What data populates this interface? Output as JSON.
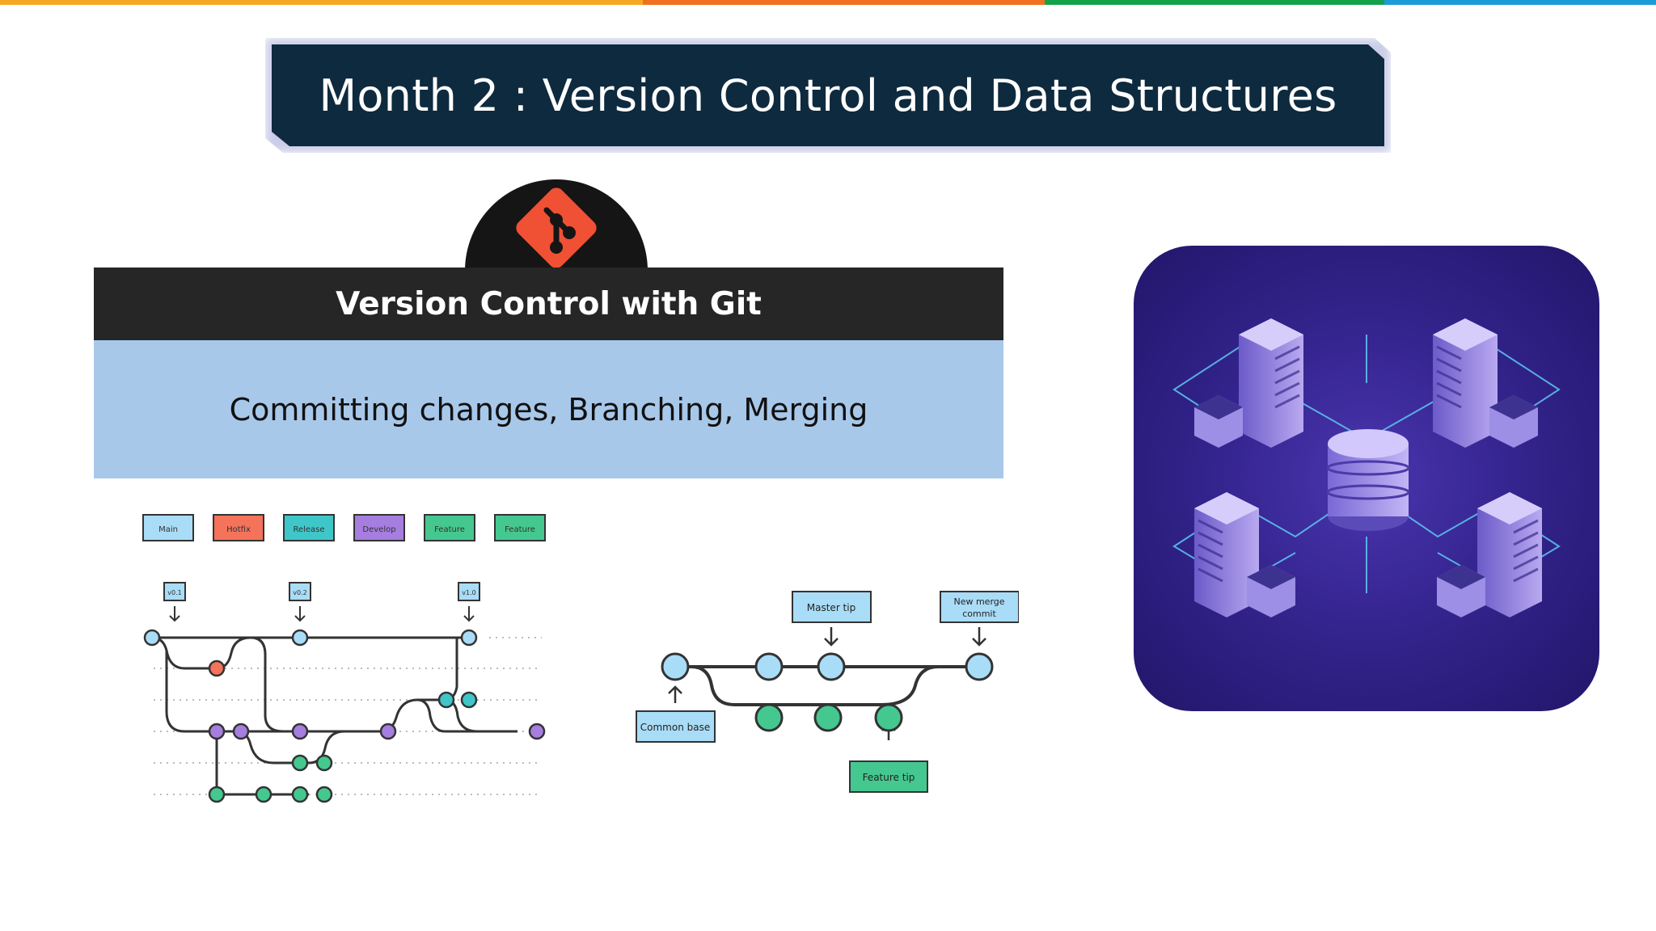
{
  "slide": {
    "title": "Month 2 : Version Control and Data Structures",
    "top_bar_colors": [
      "#f7a823",
      "#f26f22",
      "#12a24b",
      "#1b9bd8"
    ]
  },
  "git_card": {
    "logo_icon": "git-logo-icon",
    "header": "Version Control with Git",
    "topics": "Committing changes, Branching, Merging",
    "header_bg": "#262626",
    "body_bg": "#a8c8ea"
  },
  "gitflow_diagram": {
    "legend": [
      {
        "label": "Main",
        "color": "#a9dcf7"
      },
      {
        "label": "Hotfix",
        "color": "#f4735a"
      },
      {
        "label": "Release",
        "color": "#3fc6c9"
      },
      {
        "label": "Develop",
        "color": "#a57ee0"
      },
      {
        "label": "Feature",
        "color": "#45c88f"
      },
      {
        "label": "Feature",
        "color": "#45c88f"
      }
    ],
    "tags": [
      "v0.1",
      "v0.2",
      "v1.0"
    ]
  },
  "merge_diagram": {
    "master_tip": "Master tip",
    "new_merge_commit": [
      "New merge",
      "commit"
    ],
    "common_base": "Common base",
    "feature_tip": "Feature tip"
  },
  "database_illustration": {
    "icon": "database-servers-icon",
    "bg_color": "#34248e"
  }
}
